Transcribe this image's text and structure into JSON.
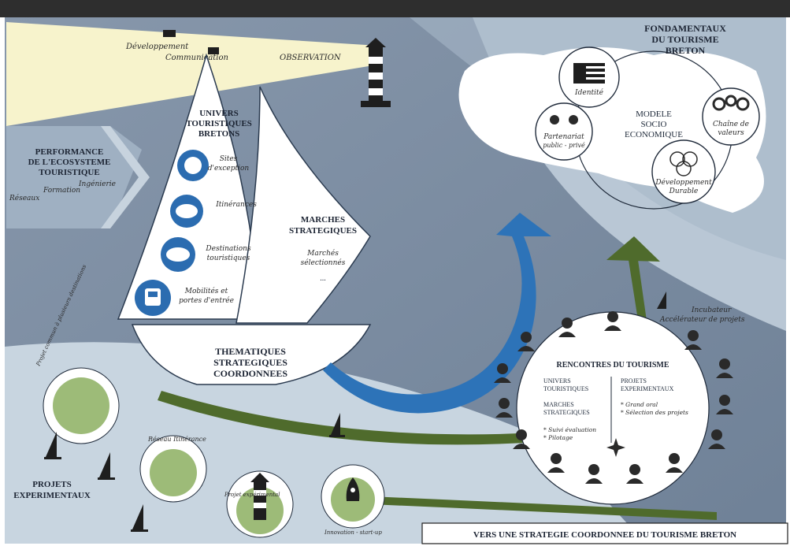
{
  "lighthouse_beam": {
    "development": "Développement",
    "communication": "Communication",
    "observation": "OBSERVATION"
  },
  "performance": {
    "title_l1": "PERFORMANCE",
    "title_l2": "DE L'ECOSYSTEME",
    "title_l3": "TOURISTIQUE",
    "ingenierie": "Ingénierie",
    "formation": "Formation",
    "reseaux": "Réseaux"
  },
  "main_sail": {
    "title_l1": "UNIVERS",
    "title_l2": "TOURISTIQUES",
    "title_l3": "BRETONS",
    "items": [
      {
        "l1": "Sites",
        "l2": "d'exception",
        "icon": "map-pin-icon"
      },
      {
        "l1": "Itinérances",
        "l2": "",
        "icon": "route-map-icon"
      },
      {
        "l1": "Destinations",
        "l2": "touristiques",
        "icon": "brittany-map-icon"
      },
      {
        "l1": "Mobilités et",
        "l2": "portes d'entrée",
        "icon": "train-icon"
      }
    ]
  },
  "second_sail": {
    "title_l1": "MARCHES",
    "title_l2": "STRATEGIQUES",
    "subtitle_l1": "Marchés",
    "subtitle_l2": "sélectionnés",
    "dots": "..."
  },
  "hull": {
    "l1": "THEMATIQUES",
    "l2": "STRATEGIQUES",
    "l3": "COORDONNEES"
  },
  "fondamentaux": {
    "title_l1": "FONDAMENTAUX",
    "title_l2": "DU TOURISME",
    "title_l3": "BRETON",
    "center_l1": "MODELE",
    "center_l2": "SOCIO",
    "center_l3": "ECONOMIQUE",
    "identite": "Identité",
    "partenariat_l1": "Partenariat",
    "partenariat_l2": "public - privé",
    "chaine_l1": "Chaîne de",
    "chaine_l2": "valeurs",
    "developpement_l1": "Développement",
    "developpement_l2": "Durable"
  },
  "incubateur": {
    "l1": "Incubateur",
    "l2": "Accélérateur de projets"
  },
  "rencontres": {
    "title": "RENCONTRES DU TOURISME",
    "left_1a": "UNIVERS",
    "left_1b": "TOURISTIQUES",
    "left_2a": "MARCHES",
    "left_2b": "STRATEGIQUES",
    "left_3a": "* Suivi évaluation",
    "left_3b": "* Pilotage",
    "right_1a": "PROJETS",
    "right_1b": "EXPERIMENTAUX",
    "right_2a": "* Grand oral",
    "right_2b": "* Sélection des projets"
  },
  "projets": {
    "title_l1": "PROJETS",
    "title_l2": "EXPERIMENTAUX",
    "circle1": "Projet commun à plusieurs destinations",
    "circle2": "Réseau Itinérance",
    "circle3": "Projet expérimental",
    "circle4": "Innovation - start-up"
  },
  "footer": {
    "title": "VERS UNE STRATEGIE COORDONNEE DU TOURISME BRETON"
  },
  "colors": {
    "sea_dark": "#7d8ea3",
    "sea_mid": "#a9b9c8",
    "sea_light": "#c6d3de",
    "land": "#ffffff",
    "blue_arrow": "#2d73b8",
    "green_arrow": "#4f6b2c",
    "green_disc": "#9dbb78",
    "beam": "#f6f2c8"
  }
}
